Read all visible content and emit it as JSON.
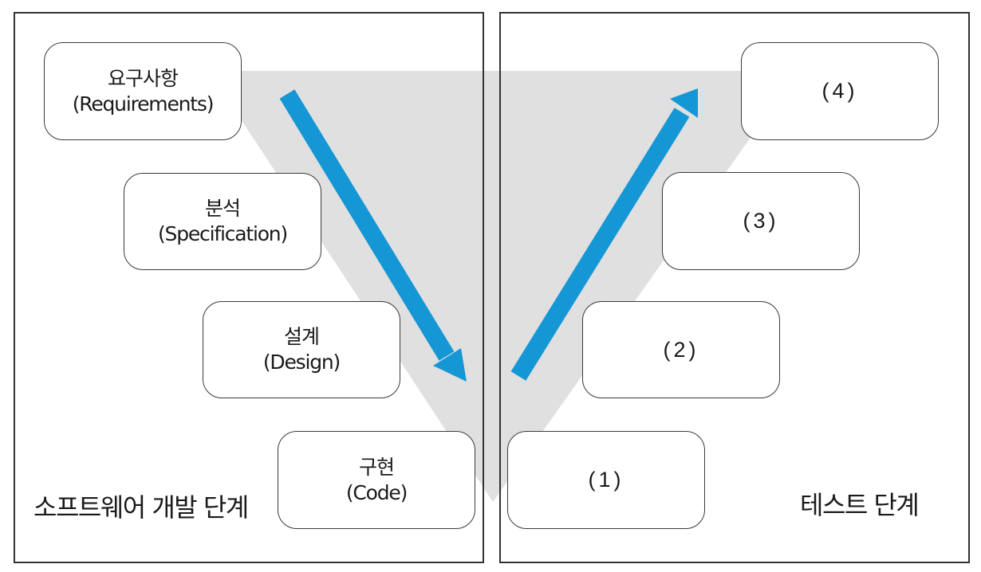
{
  "colors": {
    "triangle": "#e0e0e0",
    "arrow": "#1597d6",
    "border": "#333333"
  },
  "development": {
    "phase_label": "소프트웨어 개발 단계",
    "stages": [
      {
        "ko": "요구사항",
        "en": "(Requirements)"
      },
      {
        "ko": "분석",
        "en": "(Specification)"
      },
      {
        "ko": "설계",
        "en": "(Design)"
      },
      {
        "ko": "구현",
        "en": "(Code)"
      }
    ]
  },
  "testing": {
    "phase_label": "테스트 단계",
    "stages": [
      "(1)",
      "(2)",
      "(3)",
      "(4)"
    ]
  }
}
